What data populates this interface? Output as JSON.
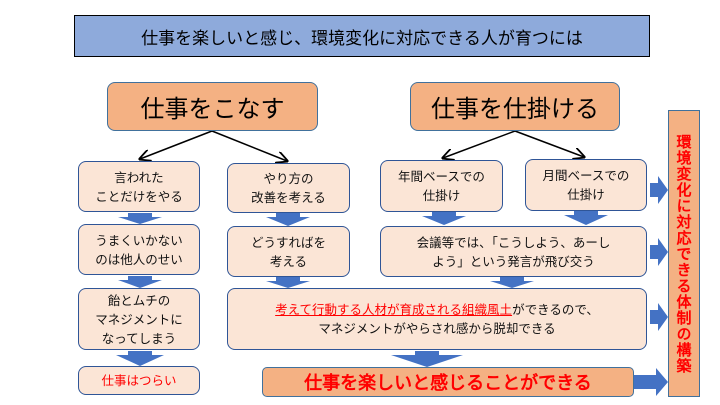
{
  "title": "仕事を楽しいと感じ、環境変化に対応できる人が育つには",
  "left_head": "仕事をこなす",
  "right_head": "仕事を仕掛ける",
  "left_col": [
    "言われた\nことだけをやる",
    "うまくいかない\nのは他人のせい",
    "飴とムチの\nマネジメントに\nなってしまう",
    "仕事はつらい"
  ],
  "mid_col": [
    "やり方の\n改善を考える",
    "どうすればを\n考える"
  ],
  "right_top": [
    "年間ベースでの\n仕掛け",
    "月間ベースでの\n仕掛け"
  ],
  "meeting": "会議等では、「こうしよう、あーし\nよう」という発言が飛び交う",
  "culture_red": "考えて行動する人材が育成される組織風土",
  "culture_rest": "ができるので、",
  "culture_line2": "マネジメントがやらされ感から脱却できる",
  "result": "仕事を楽しいと感じることができる",
  "vertical": "環境変化に対応できる体制の構築",
  "colors": {
    "title_bg": "#8eaadb",
    "head_bg": "#f4b183",
    "card_bg": "#fbe5d6",
    "arrow": "#4472c4",
    "emphasis": "#ff0000"
  }
}
